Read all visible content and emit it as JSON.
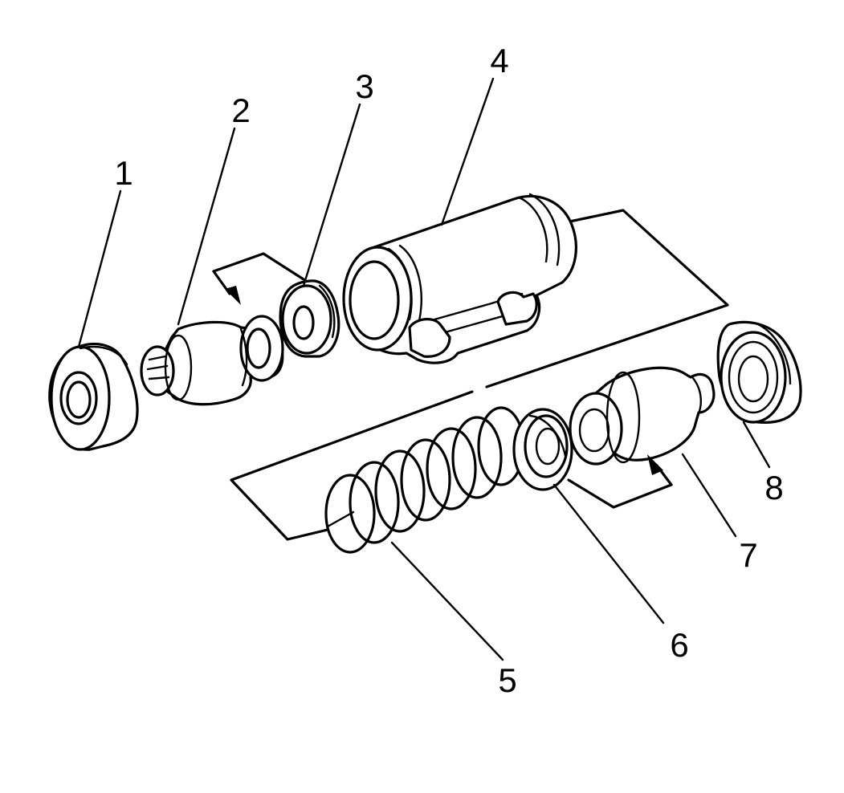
{
  "callouts": [
    {
      "id": "1",
      "label": "1",
      "part": "cylinder-end-cap"
    },
    {
      "id": "2",
      "label": "2",
      "part": "piston"
    },
    {
      "id": "3",
      "label": "3",
      "part": "piston-cup"
    },
    {
      "id": "4",
      "label": "4",
      "part": "wheel-cylinder-body"
    },
    {
      "id": "5",
      "label": "5",
      "part": "spring"
    },
    {
      "id": "6",
      "label": "6",
      "part": "piston-cup"
    },
    {
      "id": "7",
      "label": "7",
      "part": "piston"
    },
    {
      "id": "8",
      "label": "8",
      "part": "cylinder-end-cap"
    }
  ],
  "colors": {
    "line": "#000000",
    "background": "#ffffff"
  }
}
